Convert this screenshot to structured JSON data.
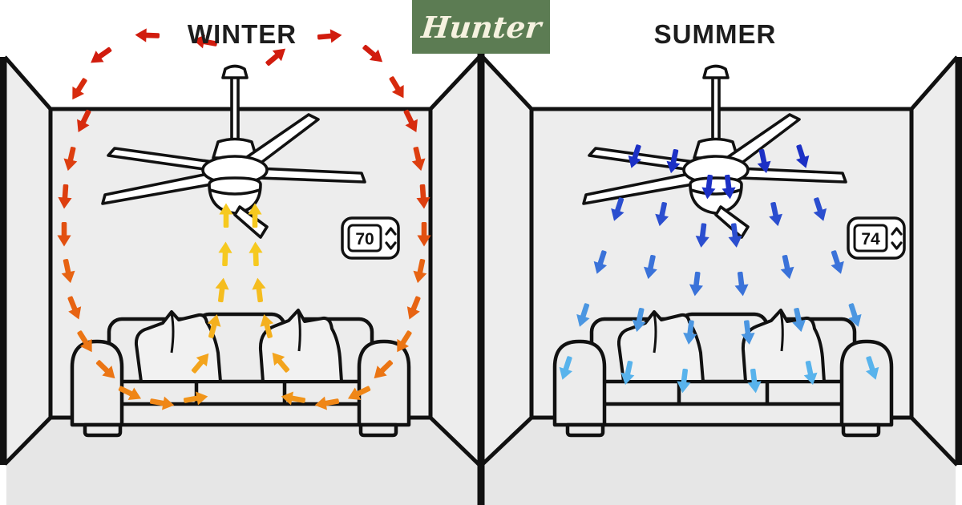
{
  "brand": {
    "name": "Hunter",
    "background_color": "#5c7c53",
    "text_color": "#f6f2e0"
  },
  "colors": {
    "wall": "#ededed",
    "floor": "#e6e6e6",
    "line": "#111111",
    "background": "#ffffff"
  },
  "panels": {
    "winter": {
      "title": "WINTER",
      "thermostat": {
        "value": "70"
      },
      "airflow_colors": [
        "#d11c0e",
        "#d72b0e",
        "#dd3e0f",
        "#e25010",
        "#e76312",
        "#eb7514",
        "#ef8617",
        "#f1951a",
        "#f3a41d",
        "#f4b01e",
        "#f5bd1f",
        "#f6c91f"
      ]
    },
    "summer": {
      "title": "SUMMER",
      "thermostat": {
        "value": "74"
      },
      "airflow_colors": [
        "#1c30c5",
        "#2b4ecf",
        "#3a72d9",
        "#4b96e1",
        "#58b3ec"
      ]
    }
  },
  "icons": [
    "ceiling-fan-icon",
    "couch-icon",
    "pillow-icon",
    "thermostat-icon",
    "chevron-up-icon",
    "chevron-down-icon",
    "airflow-arrow-icon",
    "brand-logo"
  ]
}
